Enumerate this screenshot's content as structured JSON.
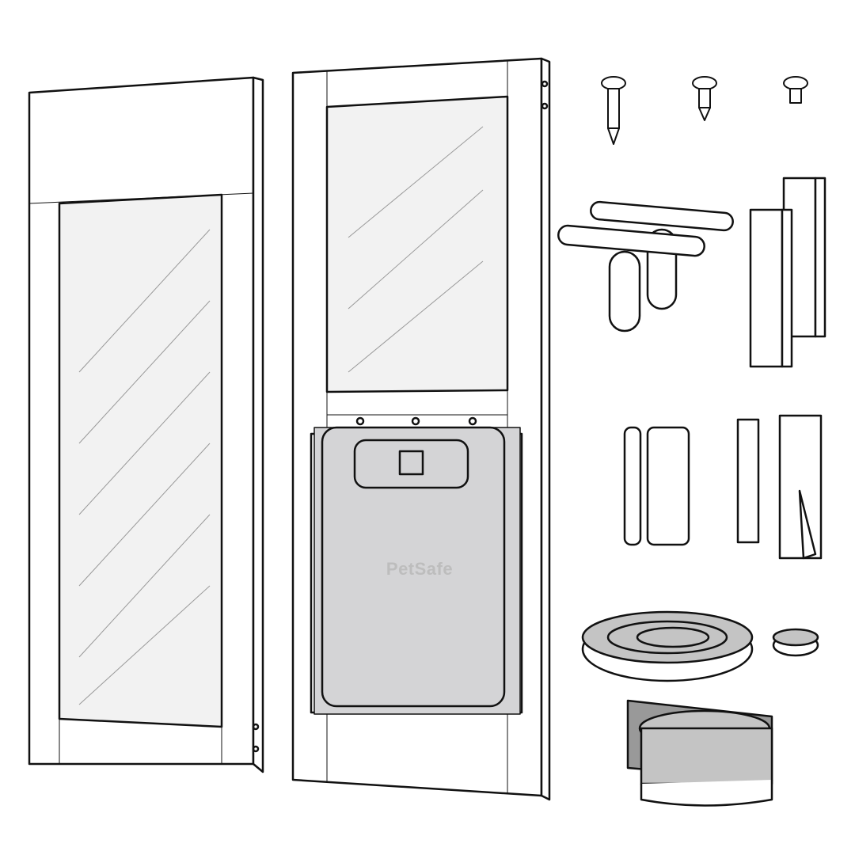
{
  "illustration": {
    "subject": "Pet door panel kit parts",
    "brand_label": "PetSafe",
    "parts": [
      {
        "name": "filler-panel"
      },
      {
        "name": "pet-door-panel"
      },
      {
        "name": "screws",
        "count": 3
      },
      {
        "name": "mounting-brackets"
      },
      {
        "name": "height-adjuster-blocks"
      },
      {
        "name": "lock-strips"
      },
      {
        "name": "sash-lock"
      },
      {
        "name": "weatherstrip-roll-large"
      },
      {
        "name": "weatherstrip-roll-small"
      },
      {
        "name": "pile-weatherstrip-roll"
      }
    ]
  },
  "colors": {
    "stroke": "#111111",
    "flap": "#d4d4d6",
    "glass": "#f2f2f2",
    "tape": "#c4c4c4"
  }
}
